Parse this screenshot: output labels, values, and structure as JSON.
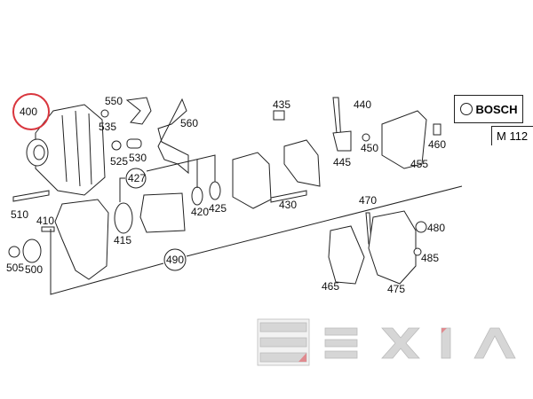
{
  "brand_box": {
    "brand": "BOSCH",
    "model": "M 112"
  },
  "highlighted_part": "400",
  "highlight_color": "#d9363e",
  "labels": {
    "p400": "400",
    "p550": "550",
    "p535": "535",
    "p560": "560",
    "p525": "525",
    "p530": "530",
    "p435": "435",
    "p440": "440",
    "p427": "427",
    "p420": "420",
    "p425": "425",
    "p415": "415",
    "p430": "430",
    "p445": "445",
    "p450": "450",
    "p455": "455",
    "p460": "460",
    "p470": "470",
    "p480": "480",
    "p485": "485",
    "p465": "465",
    "p475": "475",
    "p490": "490",
    "p510": "510",
    "p410": "410",
    "p505": "505",
    "p500": "500"
  },
  "watermark": {
    "text": "EXIA"
  }
}
